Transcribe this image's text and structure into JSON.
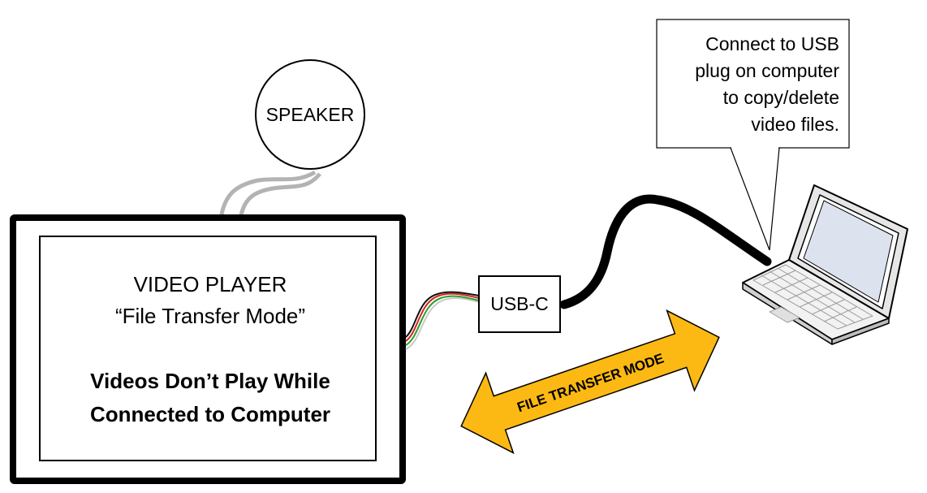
{
  "speaker": {
    "label": "SPEAKER"
  },
  "player": {
    "title": "VIDEO PLAYER",
    "mode": "“File Transfer Mode”",
    "warning_line1": "Videos Don’t Play While",
    "warning_line2": "Connected to Computer",
    "warning_color": "#e8141b"
  },
  "usb": {
    "label": "USB-C"
  },
  "callout": {
    "line1": "Connect to USB",
    "line2": "plug on computer",
    "line3": "to copy/delete",
    "line4": "video files."
  },
  "arrow": {
    "label": "FILE TRANSFER MODE",
    "color": "#fdb913"
  },
  "icons": {
    "laptop": "laptop-icon",
    "cable": "usb-cable",
    "speaker": "speaker-circle"
  }
}
